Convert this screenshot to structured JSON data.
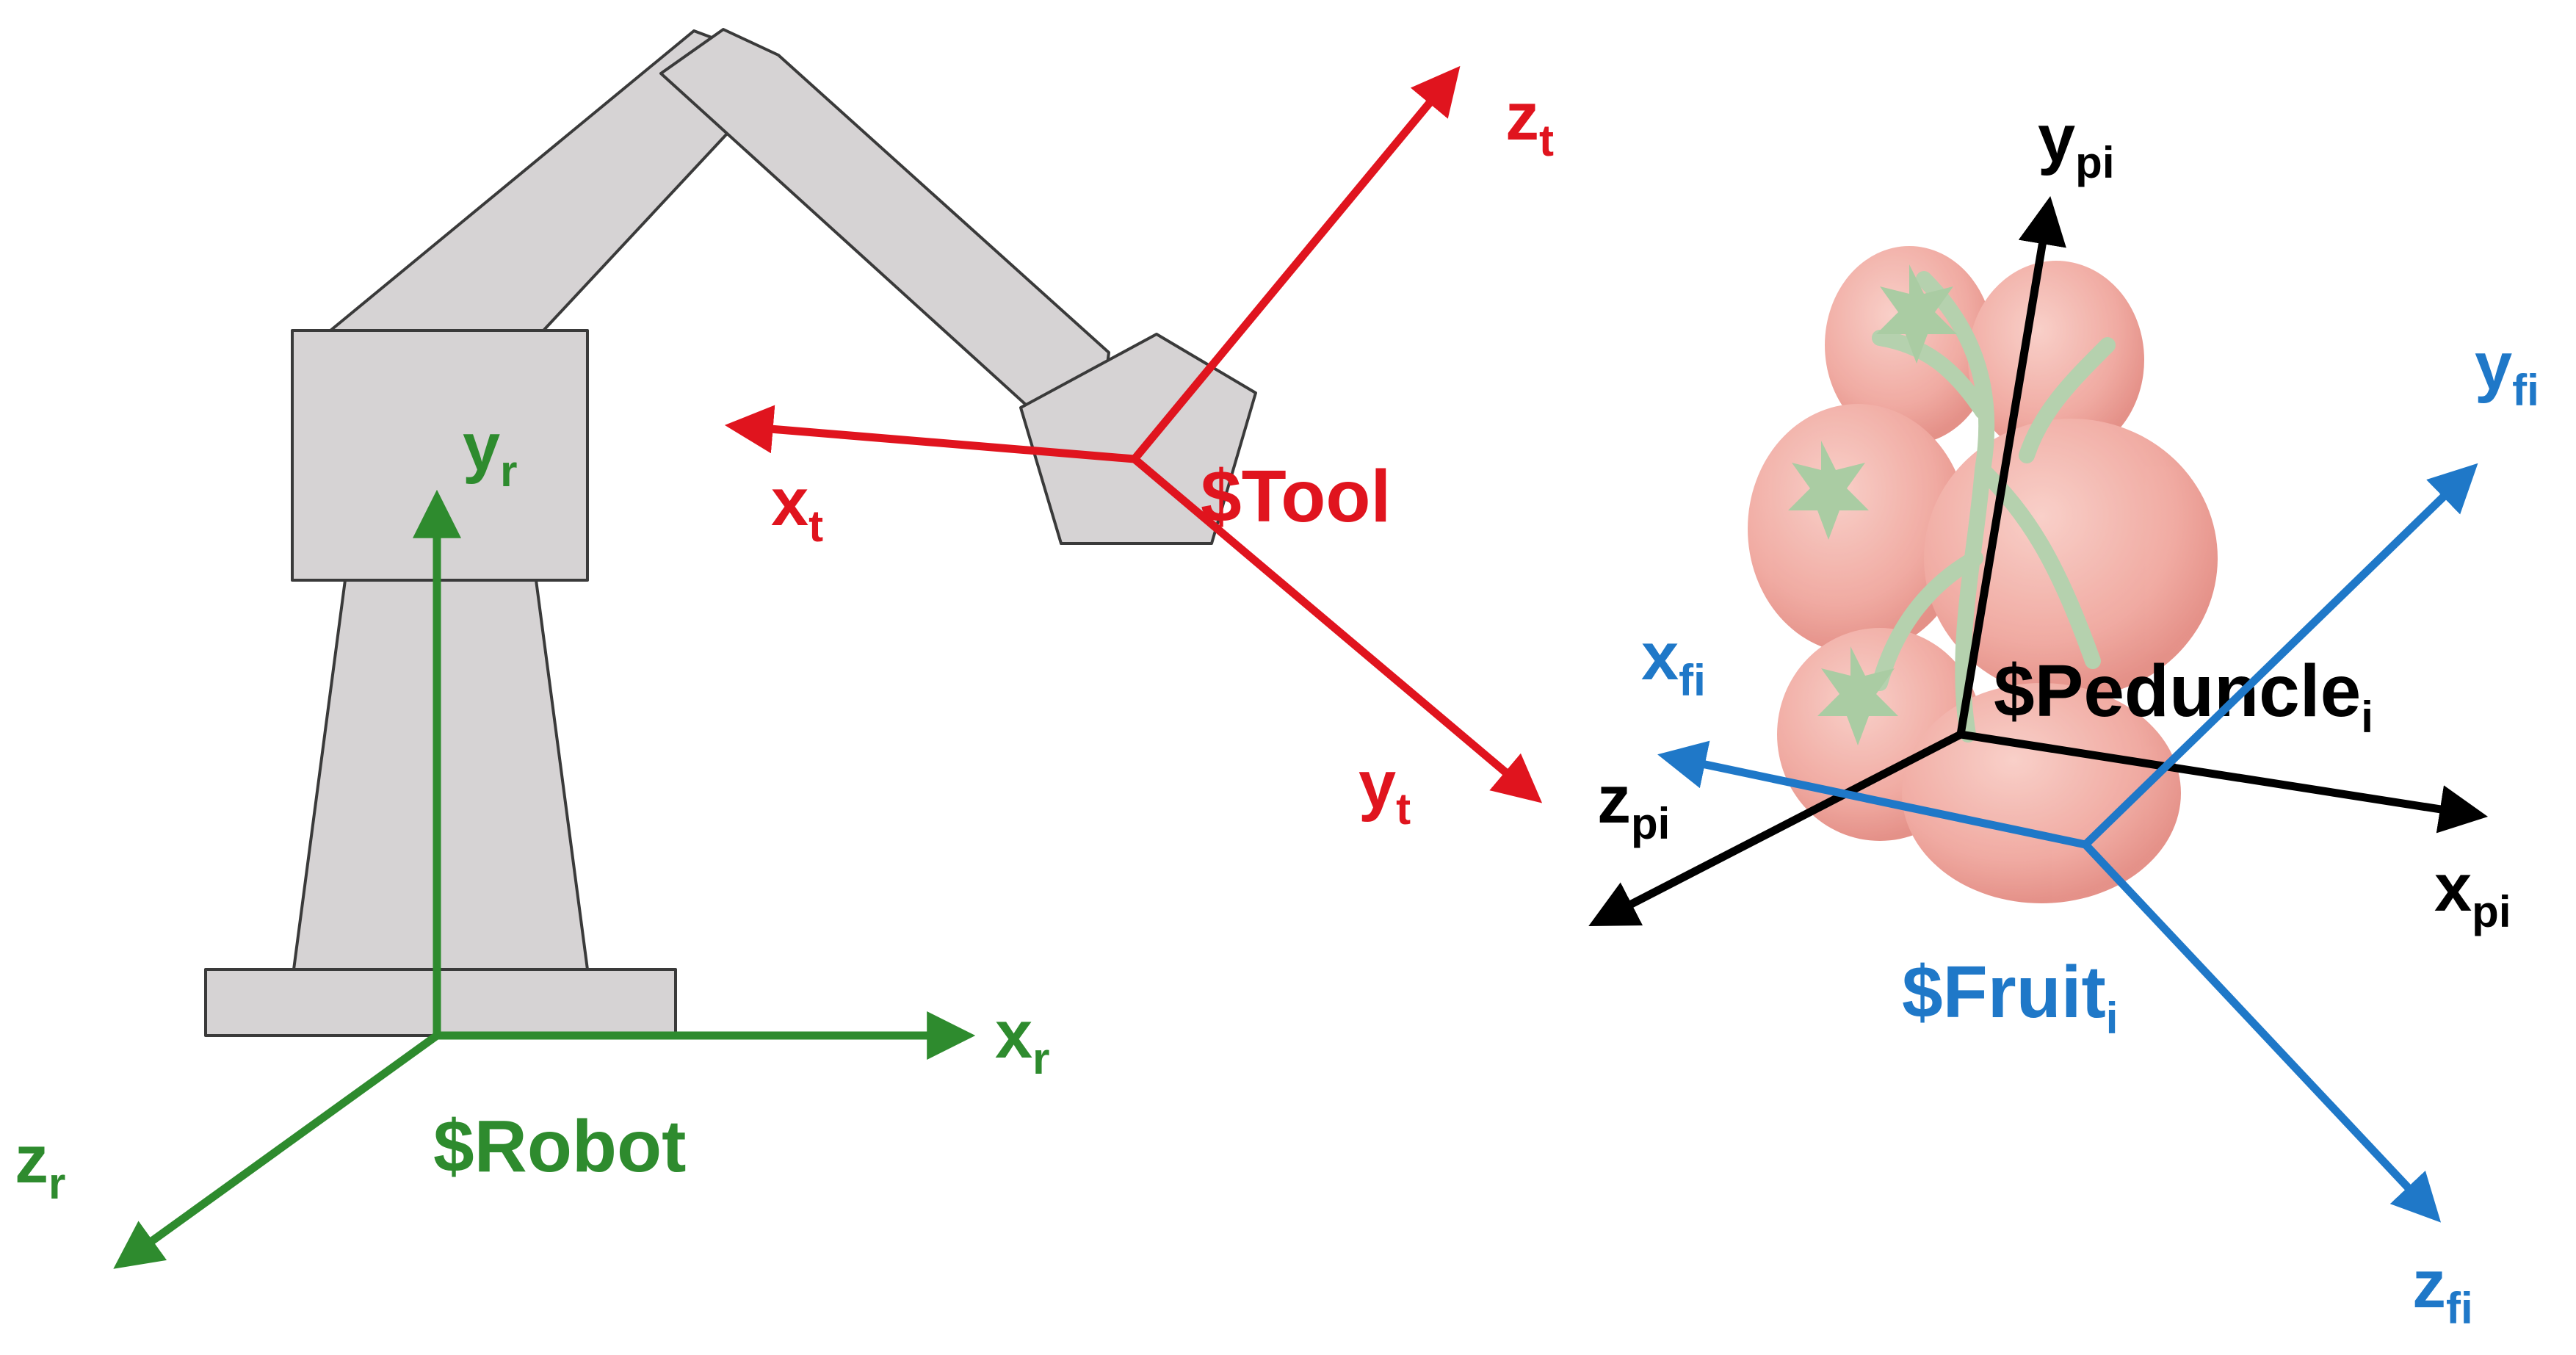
{
  "colors": {
    "robot": "#2e8b2e",
    "tool": "#e0141e",
    "peduncle": "#000000",
    "fruit": "#1f78c8",
    "arm_fill": "#d6d3d4",
    "arm_stroke": "#3a3a3a",
    "tomato": "#f0a8a0",
    "tomato_shade": "#e88a80",
    "stem": "#a9c9a0"
  },
  "frames": {
    "robot": {
      "name": "$Robot",
      "x_axis": {
        "base": "x",
        "sub": "r"
      },
      "y_axis": {
        "base": "y",
        "sub": "r"
      },
      "z_axis": {
        "base": "z",
        "sub": "r"
      }
    },
    "tool": {
      "name": "$Tool",
      "x_axis": {
        "base": "x",
        "sub": "t"
      },
      "y_axis": {
        "base": "y",
        "sub": "t"
      },
      "z_axis": {
        "base": "z",
        "sub": "t"
      }
    },
    "peduncle": {
      "name_base": "$Peduncle",
      "name_sub": "i",
      "x_axis": {
        "base": "x",
        "sub": "pi"
      },
      "y_axis": {
        "base": "y",
        "sub": "pi"
      },
      "z_axis": {
        "base": "z",
        "sub": "pi"
      }
    },
    "fruit": {
      "name_base": "$Fruit",
      "name_sub": "i",
      "x_axis": {
        "base": "x",
        "sub": "fi"
      },
      "y_axis": {
        "base": "y",
        "sub": "fi"
      },
      "z_axis": {
        "base": "z",
        "sub": "fi"
      }
    }
  }
}
